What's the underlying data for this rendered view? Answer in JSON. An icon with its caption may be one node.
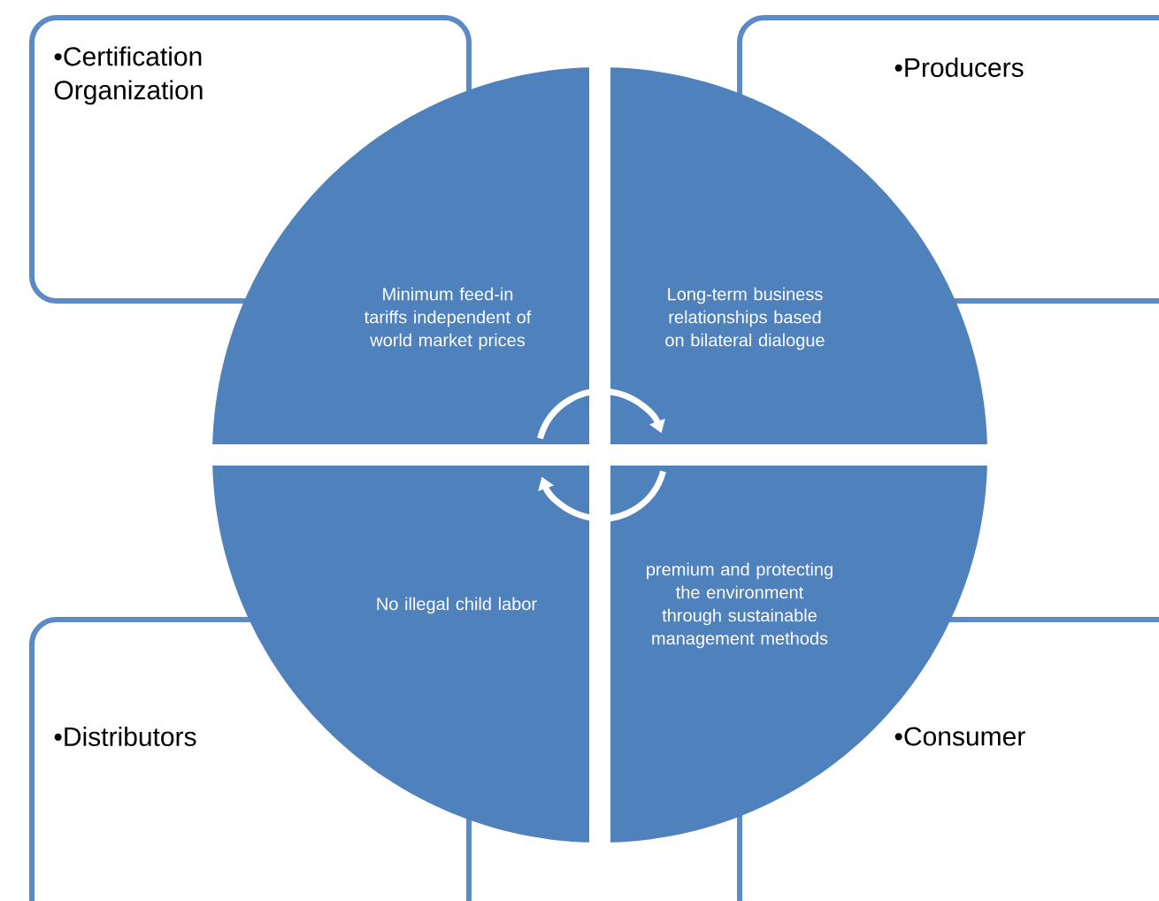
{
  "diagram": {
    "nodes": [
      {
        "text": [
          "•Certification Organization"
        ]
      },
      {
        "text": [
          "•Producers"
        ]
      },
      {
        "text": [
          "•Distributors"
        ]
      },
      {
        "text": [
          "•Consumer"
        ]
      },
      {
        "text": [
          "Minimum feed-in tariffs independent of world market prices"
        ]
      },
      {
        "text": [
          "Long-term business relationships based on bilateral dialogue"
        ]
      },
      {
        "text": [
          "No illegal child labor"
        ]
      },
      {
        "text": [
          "premium and protecting the environment through sustainable management methods"
        ]
      }
    ],
    "edges": [
      {
        "from": 4,
        "to": 5,
        "arrow": "to"
      },
      {
        "from": 7,
        "to": 6,
        "arrow": "to"
      }
    ]
  }
}
